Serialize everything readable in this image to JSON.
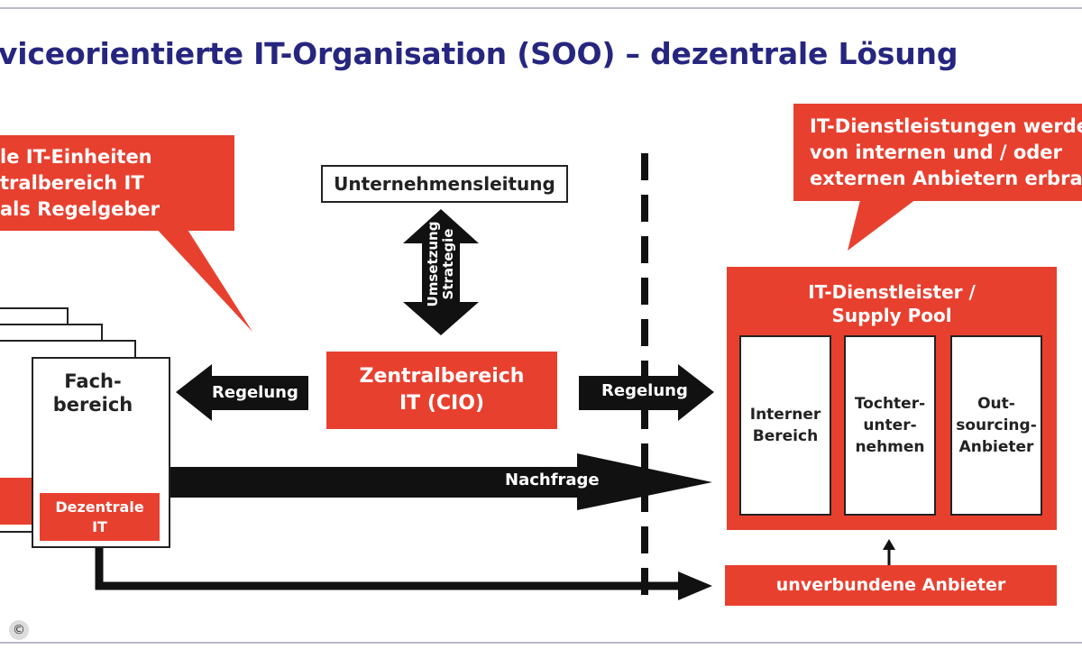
{
  "title": "viceorientierte IT-Organisation (SOO) – dezentrale Lösung",
  "left_callout": [
    "le IT-Einheiten",
    "tralbereich IT",
    "als Regelgeber"
  ],
  "right_callout": [
    "IT-Dienstleistungen werden",
    "von internen und / oder",
    "externen Anbietern erbrach"
  ],
  "management_box": "Unternehmensleitung",
  "vertical_arrow_labels": [
    "Umsetzung",
    "Strategie"
  ],
  "central_box": [
    "Zentralbereich",
    "IT (CIO)"
  ],
  "department_box": {
    "title_line1": "Fach-",
    "title_line2": "bereich",
    "it_line1": "Dezentrale",
    "it_line2": "IT"
  },
  "left_arrow_label": "Regelung",
  "right_arrow_label": "Regelung",
  "demand_arrow_label": "Nachfrage",
  "provider_pool": {
    "title_line1": "IT-Dienstleister /",
    "title_line2": "Supply Pool",
    "columns": [
      "Interner\nBereich",
      "Tochter-\nunter-\nnehmen",
      "Out-\nsourcing-\nAnbieter"
    ]
  },
  "unaffiliated_providers": "unverbundene Anbieter",
  "copyright_symbol": "©"
}
